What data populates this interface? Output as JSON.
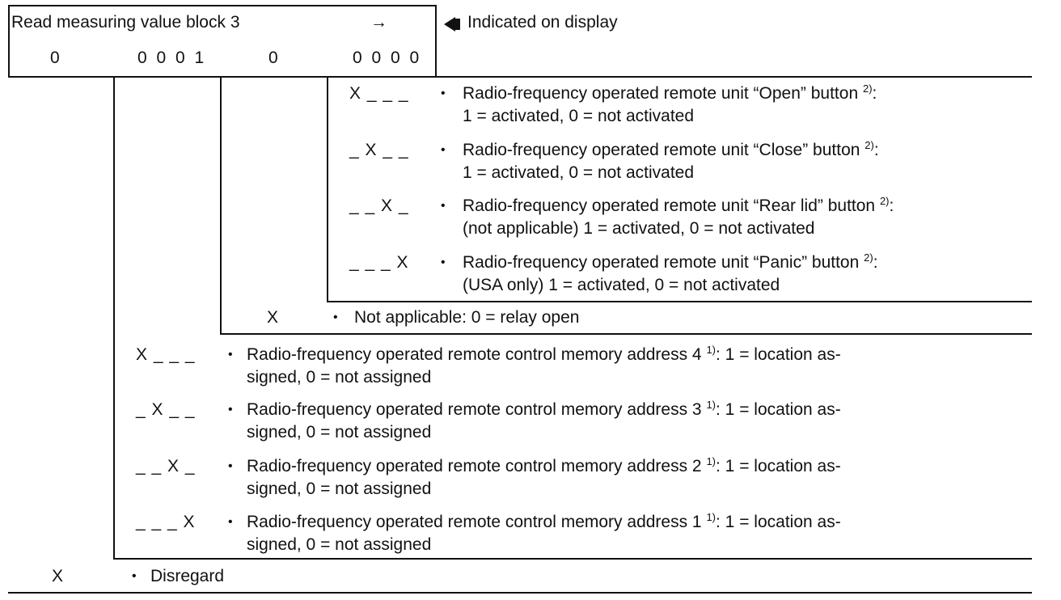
{
  "header": {
    "title": "Read measuring value block 3",
    "arrow": "→",
    "indicator_text": "Indicated on display",
    "values": [
      "0",
      "0 0 0 1",
      "0",
      "0 0 0 0"
    ]
  },
  "field4_rows": [
    {
      "pattern": "X _ _ _",
      "line1": "Radio-frequency operated remote unit “Open” button ",
      "sup": "2)",
      "tail": ":",
      "line2": "1 = activated, 0 = not activated"
    },
    {
      "pattern": "_ X _ _",
      "line1": "Radio-frequency operated remote unit “Close” button ",
      "sup": "2)",
      "tail": ":",
      "line2": "1 = activated, 0 = not activated"
    },
    {
      "pattern": "_ _ X _",
      "line1": "Radio-frequency operated remote unit “Rear lid” button ",
      "sup": "2)",
      "tail": ":",
      "line2": "(not applicable)  1 = activated, 0 = not activated"
    },
    {
      "pattern": "_ _ _ X",
      "line1": "Radio-frequency operated remote unit “Panic” button ",
      "sup": "2)",
      "tail": ":",
      "line2": "(USA only)  1 = activated, 0 = not activated"
    }
  ],
  "field3_row": {
    "pattern": "X",
    "text": "Not applicable:  0 = relay open"
  },
  "field2_rows": [
    {
      "pattern": "X _ _ _",
      "line1": "Radio-frequency operated remote control memory address 4 ",
      "sup": "1)",
      "tail": ":  1 = location as-",
      "line2": "signed, 0 = not assigned"
    },
    {
      "pattern": "_ X _ _",
      "line1": "Radio-frequency operated remote control memory address 3 ",
      "sup": "1)",
      "tail": ":  1 = location as-",
      "line2": "signed, 0 = not assigned"
    },
    {
      "pattern": "_ _ X _",
      "line1": "Radio-frequency operated remote control memory address 2 ",
      "sup": "1)",
      "tail": ":  1 = location as-",
      "line2": "signed, 0 = not assigned"
    },
    {
      "pattern": "_ _ _ X",
      "line1": "Radio-frequency operated remote control memory address 1 ",
      "sup": "1)",
      "tail": ":  1 = location as-",
      "line2": "signed, 0 = not assigned"
    }
  ],
  "field1_row": {
    "pattern": "X",
    "text": "Disregard"
  },
  "bullet": "•"
}
